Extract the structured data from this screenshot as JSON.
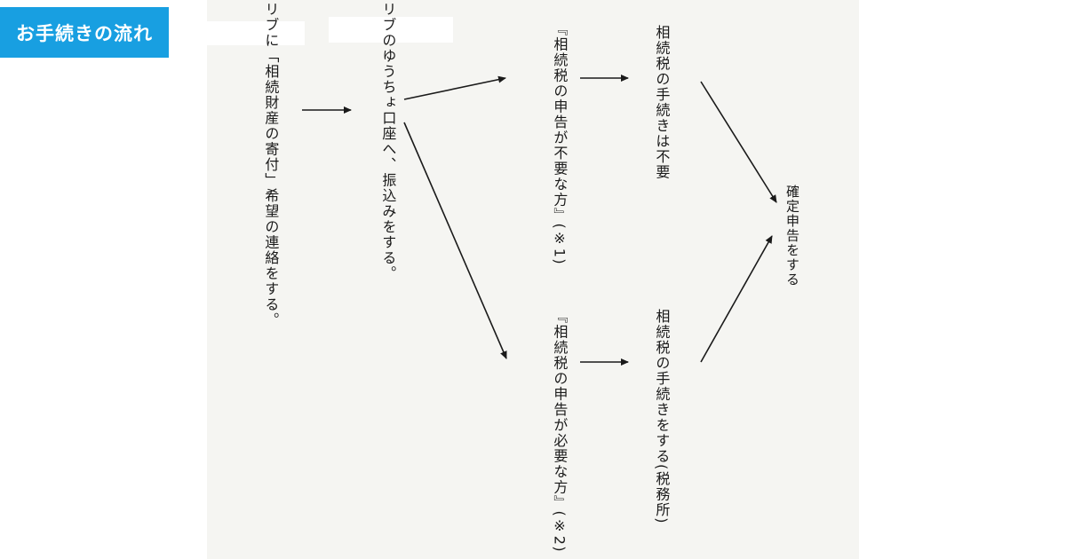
{
  "badge": {
    "label": "お手続きの流れ"
  },
  "colors": {
    "badge_bg": "#189fe1",
    "badge_text": "#ffffff",
    "panel_bg": "#f5f5f2",
    "ink": "#1a1a1a",
    "redaction": "#ffffff"
  },
  "flow": {
    "steps": [
      {
        "name": "contact",
        "text": "リブに「相続財産の寄付」希望の連絡をする。"
      },
      {
        "name": "transfer",
        "text": "リブのゆうちょ口座へ、振込みをする。"
      },
      {
        "name": "no-declaration",
        "text": "『相続税の申告が不要な方』(※1)"
      },
      {
        "name": "declaration-needed",
        "text": "『相続税の申告が必要な方』(※2)"
      },
      {
        "name": "no-procedure",
        "text": "相続税の手続きは不要"
      },
      {
        "name": "do-procedure",
        "text": "相続税の手続きをする(税務所)"
      },
      {
        "name": "final-return",
        "text": "確定申告をする"
      }
    ]
  }
}
